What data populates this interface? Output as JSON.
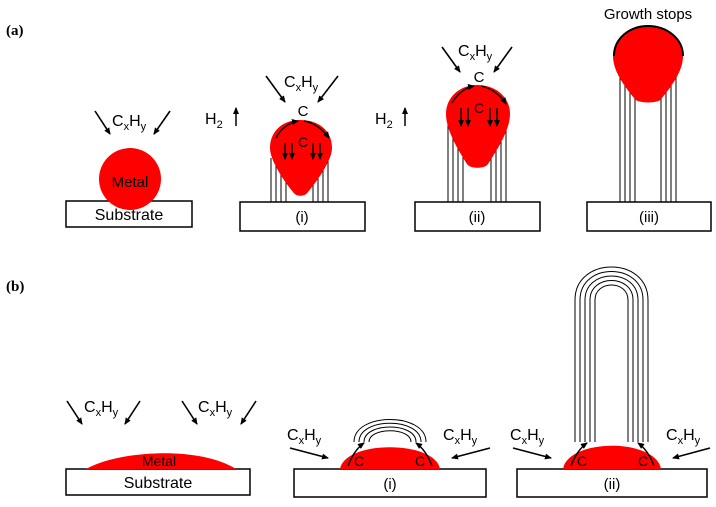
{
  "diagram": {
    "panel_a": {
      "label": "(a)",
      "gas": {
        "c": "C",
        "x": "x",
        "h": "H",
        "y": "y"
      },
      "hydrogen": {
        "h": "H",
        "sub": "2"
      },
      "carbon": "C",
      "metal": "Metal",
      "substrate": "Substrate",
      "stages": [
        "(i)",
        "(ii)",
        "(iii)"
      ],
      "growth_stops": "Growth stops"
    },
    "panel_b": {
      "label": "(b)",
      "gas": {
        "c": "C",
        "x": "x",
        "h": "H",
        "y": "y"
      },
      "carbon": "C",
      "metal": "Metal",
      "substrate": "Substrate",
      "stages": [
        "(i)",
        "(ii)"
      ]
    },
    "colors": {
      "metal": "#ff0000",
      "line": "#000000",
      "background": "#ffffff"
    }
  }
}
